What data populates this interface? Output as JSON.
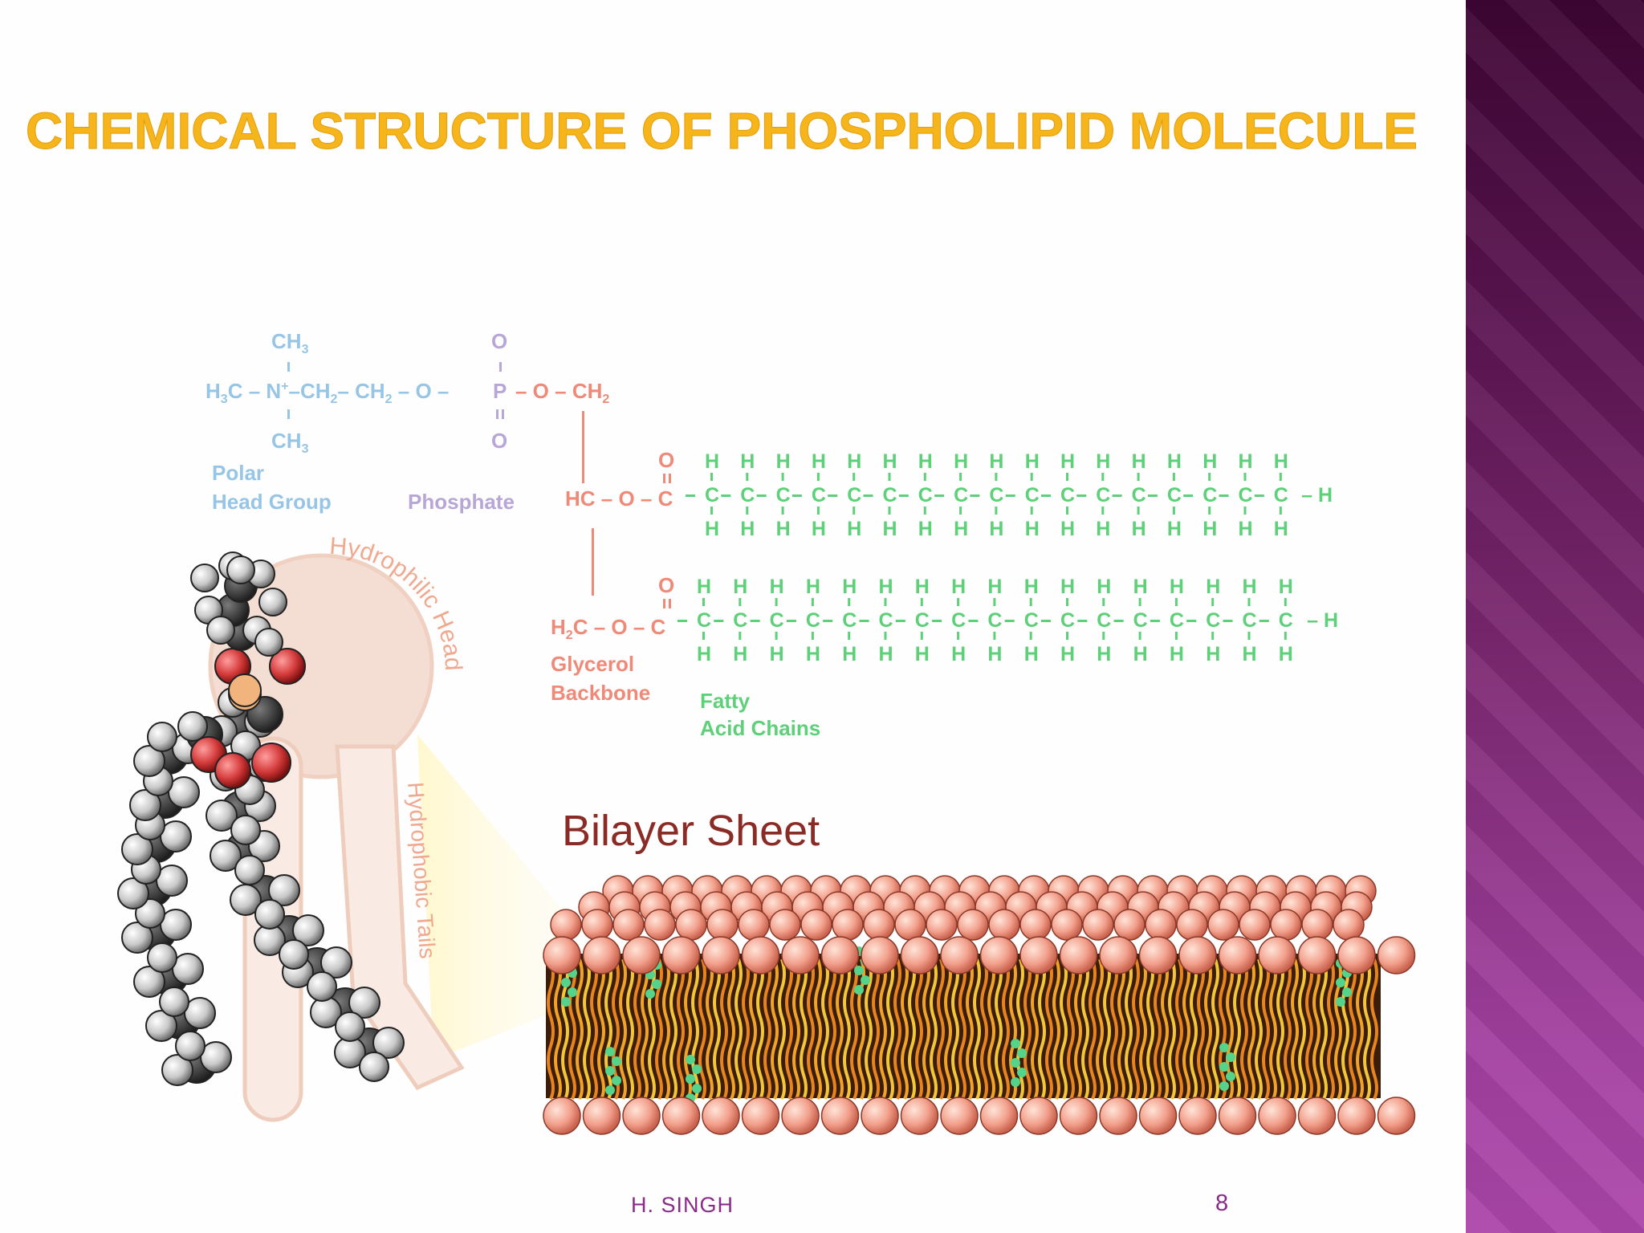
{
  "slide": {
    "title": "CHEMICAL STRUCTURE OF PHOSPHOLIPID MOLECULE",
    "author": "H. SINGH",
    "page_number": "8"
  },
  "diagram": {
    "head_group": {
      "ch3_top": "CH",
      "ch3_top_sub": "3",
      "chain_prefix": "H",
      "chain_prefix_sub": "3",
      "chain_c": "C – N",
      "chain_plus": "+",
      "chain_mid": "–CH",
      "chain_mid_sub": "2",
      "chain_mid2": "– CH",
      "chain_mid2_sub": "2",
      "chain_end": " – O –",
      "ch3_bottom": "CH",
      "ch3_bottom_sub": "3",
      "label_line1": "Polar",
      "label_line2": "Head Group"
    },
    "phosphate": {
      "o_top": "O",
      "p": "P",
      "o_bottom": "O",
      "label": "Phosphate"
    },
    "glycerol": {
      "o_ch2": "– O – CH",
      "o_ch2_sub": "2",
      "hc": "HC – O – C",
      "h2c_prefix": "H",
      "h2c_sub": "2",
      "h2c_rest": "C – O – C",
      "carbonyl_o": "O",
      "label_line1": "Glycerol",
      "label_line2": "Backbone"
    },
    "fatty_acid": {
      "label_line1": "Fatty",
      "label_line2": "Acid Chains",
      "atom_h": "H",
      "atom_c": "C",
      "terminal": "– H",
      "carbons_per_chain": 17
    },
    "molecule_labels": {
      "head": "Hydrophilic Head",
      "tails": "Hydrophobic Tails"
    },
    "bilayer_title": "Bilayer Sheet",
    "colors": {
      "title": "#f5b51b",
      "head_group": "#97c5e6",
      "phosphate": "#b7a6d6",
      "glycerol": "#ef8a78",
      "fatty_acid": "#5fd07a",
      "bilayer_title": "#8b2b26",
      "lipid_head": "#f4a48f",
      "lipid_tail": "#e8a21e"
    }
  }
}
